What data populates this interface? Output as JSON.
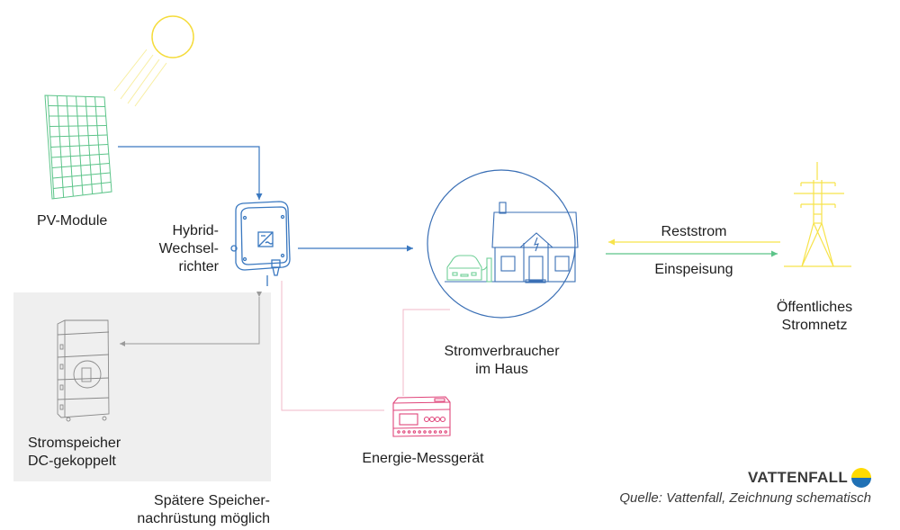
{
  "labels": {
    "pv_module": "PV-Module",
    "inverter_line1": "Hybrid-",
    "inverter_line2": "Wechsel-",
    "inverter_line3": "richter",
    "consumer_line1": "Stromverbraucher",
    "consumer_line2": "im Haus",
    "residual": "Reststrom",
    "feed_in": "Einspeisung",
    "grid_line1": "Öffentliches",
    "grid_line2": "Stromnetz",
    "storage_line1": "Stromspeicher",
    "storage_line2": "DC-gekoppelt",
    "retrofit_line1": "Spätere Speicher-",
    "retrofit_line2": "nachrüstung möglich",
    "meter": "Energie-Messgerät"
  },
  "footer": {
    "brand": "VATTENFALL",
    "source": "Quelle: Vattenfall, Zeichnung schematisch"
  },
  "colors": {
    "dc_line": "#3a78c0",
    "pv_green": "#5cc489",
    "sun_yellow": "#f5e050",
    "grid_yellow": "#f7e34a",
    "meter_pink": "#e0457a",
    "storage_gray": "#9a9a9a",
    "house_blue": "#3a6fb5"
  }
}
